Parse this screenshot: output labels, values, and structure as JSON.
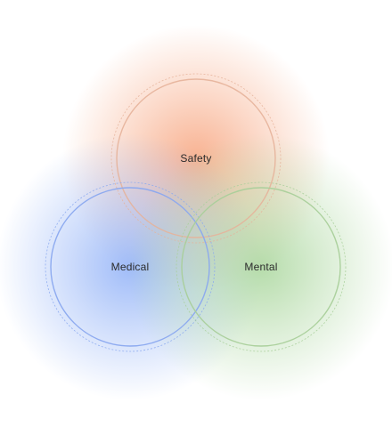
{
  "diagram": {
    "sets": [
      {
        "id": "safety",
        "label": "Safety",
        "color": "#f7a57f",
        "stroke": "#e6b39a"
      },
      {
        "id": "medical",
        "label": "Medical",
        "color": "#8fb0f7",
        "stroke": "#8aa8ef"
      },
      {
        "id": "mental",
        "label": "Mental",
        "color": "#a9d69c",
        "stroke": "#a9cf9a"
      }
    ]
  }
}
